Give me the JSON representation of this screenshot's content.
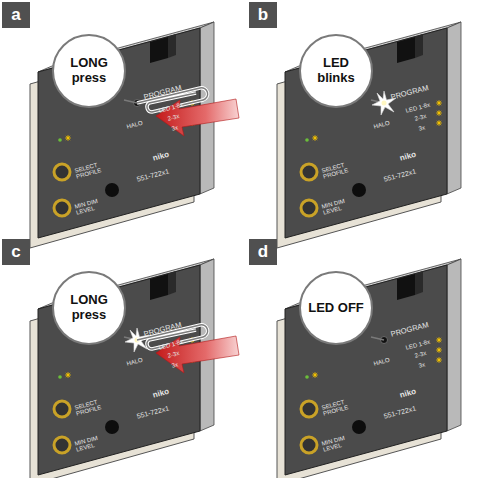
{
  "diagram": {
    "nodes": [
      {
        "text": [
          "a"
        ]
      },
      {
        "text": [
          "LONG press"
        ]
      },
      {
        "text": [
          "b"
        ]
      },
      {
        "text": [
          "LED blinks"
        ]
      },
      {
        "text": [
          "c"
        ]
      },
      {
        "text": [
          "LONG press"
        ]
      },
      {
        "text": [
          "d"
        ]
      },
      {
        "text": [
          "LED OFF"
        ]
      }
    ],
    "labels": [
      "PROGRAM",
      "LED 1-8x",
      "HALO",
      "2-3x",
      "3x",
      "SELECT PROFILE",
      "MIN DIM LEVEL",
      "niko",
      "551-722x1",
      "PROGRAM",
      "LED 1-8x",
      "HALO",
      "2-3x",
      "3x",
      "SELECT PROFILE",
      "MIN DIM LEVEL",
      "niko",
      "551-722x1",
      "PROGRAM",
      "LED 1-8x",
      "HALO",
      "2-3x",
      "3x",
      "SELECT PROFILE",
      "MIN DIM LEVEL",
      "niko",
      "551-722x1",
      "PROGRAM",
      "LED 1-8x",
      "HALO",
      "2-3x",
      "3x",
      "SELECT PROFILE",
      "MIN DIM LEVEL",
      "niko",
      "551-722x1"
    ]
  }
}
